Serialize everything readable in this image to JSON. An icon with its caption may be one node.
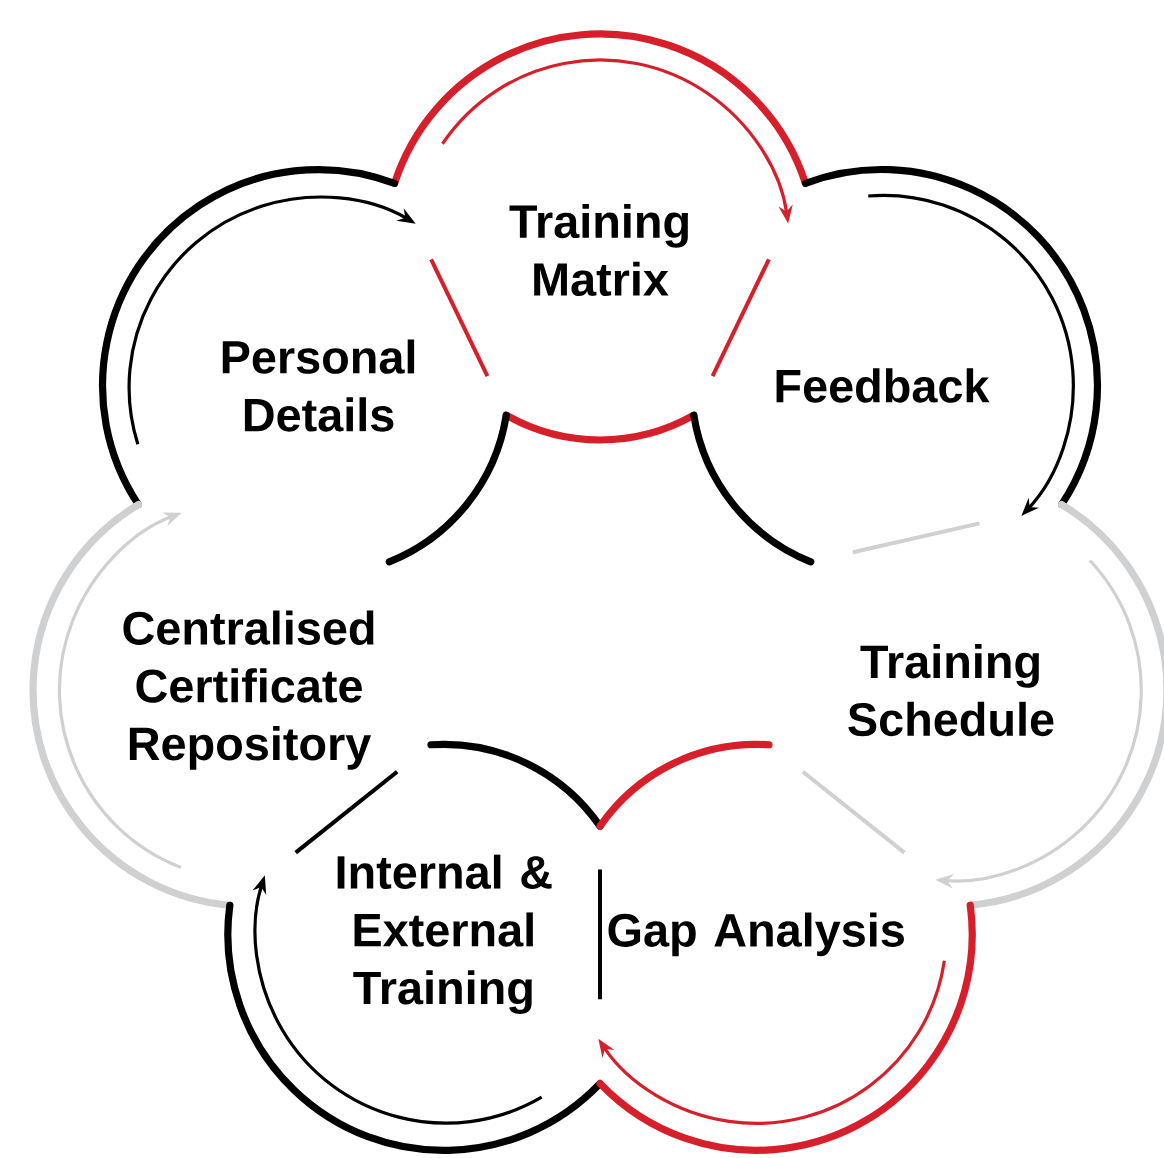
{
  "diagram": {
    "nodes": [
      {
        "text": [
          "Training Matrix"
        ]
      },
      {
        "text": [
          "Personal Details"
        ]
      },
      {
        "text": [
          "Feedback"
        ]
      },
      {
        "text": [
          "Centralised Certificate Repository"
        ]
      },
      {
        "text": [
          "Training Schedule"
        ]
      },
      {
        "text": [
          "Internal & External Training"
        ]
      },
      {
        "text": [
          "Gap Analysis"
        ]
      }
    ],
    "edges": [
      {
        "from": 1,
        "to": 0,
        "arrow": "to"
      },
      {
        "from": 0,
        "to": 2,
        "arrow": "to",
        "color": "#d71f2b"
      },
      {
        "from": 2,
        "to": 4,
        "arrow": "to"
      },
      {
        "from": 4,
        "to": 6,
        "arrow": "to",
        "color": "#cfd0d2"
      },
      {
        "from": 6,
        "to": 5,
        "arrow": "to",
        "color": "#d71f2b"
      },
      {
        "from": 5,
        "to": 3,
        "arrow": "to"
      },
      {
        "from": 3,
        "to": 1,
        "arrow": "to",
        "color": "#cfd0d2"
      }
    ]
  }
}
